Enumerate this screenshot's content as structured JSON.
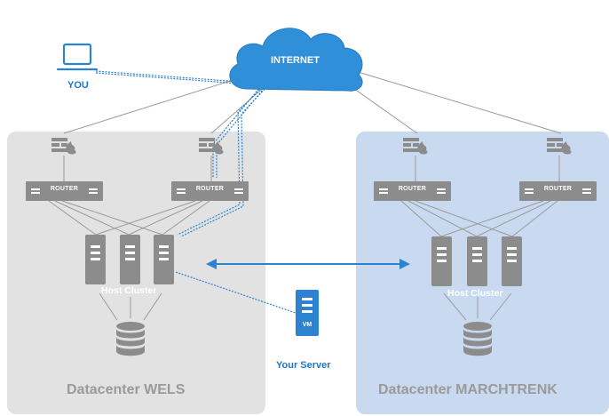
{
  "colors": {
    "accent": "#2d83cf",
    "cloud": "#2f8fd8",
    "datacenter_wels_bg": "#e2e2e2",
    "datacenter_marchtrenk_bg": "#c9daf0",
    "device_gray": "#8c8c8c",
    "line_gray": "#9a9a9a"
  },
  "cloud": {
    "label": "INTERNET",
    "icon": "cloud-icon"
  },
  "user": {
    "label": "YOU",
    "icon": "laptop-icon"
  },
  "your_server": {
    "label": "Your Server",
    "vm_label": "VM",
    "icon": "server-icon"
  },
  "datacenters": [
    {
      "name": "Datacenter WELS",
      "routers": [
        "ROUTER",
        "ROUTER"
      ],
      "firewalls": [
        "firewall-icon",
        "firewall-icon"
      ],
      "cluster_label": "Host Cluster",
      "storage_icon": "database-icon"
    },
    {
      "name": "Datacenter MARCHTRENK",
      "routers": [
        "ROUTER",
        "ROUTER"
      ],
      "firewalls": [
        "firewall-icon",
        "firewall-icon"
      ],
      "cluster_label": "Host Cluster",
      "storage_icon": "database-icon"
    }
  ],
  "replication": {
    "icon": "double-arrow-icon"
  }
}
